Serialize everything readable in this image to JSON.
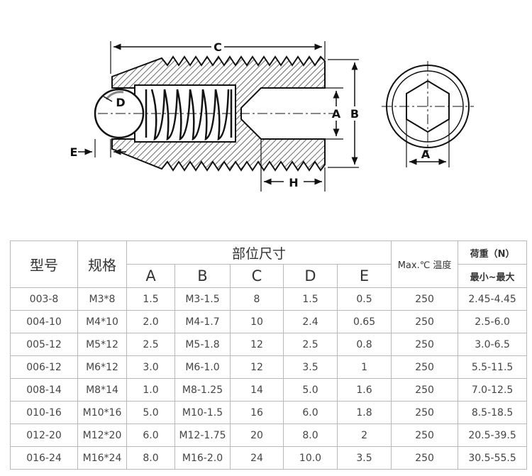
{
  "drawing": {
    "labels": {
      "C": "C",
      "D": "D",
      "A": "A",
      "B": "B",
      "E": "E",
      "H": "H",
      "A_end": "A"
    }
  },
  "table": {
    "headers": {
      "model": "型号",
      "spec": "规格",
      "dimensions": "部位尺寸",
      "cols": [
        "A",
        "B",
        "C",
        "D",
        "E"
      ],
      "max_temp": "Max.℃ 温度",
      "load": "荷重（N）",
      "load_range": "最小~最大"
    },
    "rows": [
      [
        "003-8",
        "M3*8",
        "1.5",
        "M3-1.5",
        "8",
        "1.5",
        "0.5",
        "250",
        "2.45-4.45"
      ],
      [
        "004-10",
        "M4*10",
        "2.0",
        "M4-1.7",
        "10",
        "2.4",
        "0.65",
        "250",
        "2.5-6.0"
      ],
      [
        "005-12",
        "M5*12",
        "2.5",
        "M5-1.8",
        "12",
        "2.5",
        "0.8",
        "250",
        "3.0-6.5"
      ],
      [
        "006-12",
        "M6*12",
        "3.0",
        "M6-1.0",
        "12",
        "3.5",
        "1",
        "250",
        "5.5-11.5"
      ],
      [
        "008-14",
        "M8*14",
        "1.0",
        "M8-1.25",
        "14",
        "5.0",
        "1.6",
        "250",
        "7.0-12.5"
      ],
      [
        "010-16",
        "M10*16",
        "5.0",
        "M10-1.5",
        "16",
        "6.0",
        "1.8",
        "250",
        "8.5-18.5"
      ],
      [
        "012-20",
        "M12*20",
        "6.0",
        "M12-1.75",
        "20",
        "8.0",
        "2",
        "250",
        "20.5-39.5"
      ],
      [
        "016-24",
        "M16*24",
        "8.0",
        "M16-2.0",
        "24",
        "10.0",
        "3.5",
        "250",
        "30.5-55.5"
      ]
    ]
  }
}
